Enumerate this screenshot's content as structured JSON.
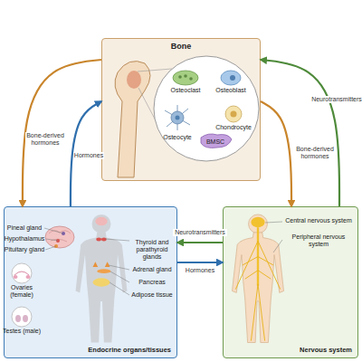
{
  "diagram": {
    "nodes": [
      {
        "text": [
          "Bone"
        ]
      },
      {
        "text": [
          "Endocrine organs/tissues"
        ]
      },
      {
        "text": [
          "Nervous system"
        ]
      }
    ],
    "edges": [
      {
        "from": 0,
        "to": 1,
        "label": "Bone-derived hormones",
        "arrow": "to"
      },
      {
        "from": 1,
        "to": 0,
        "label": "Hormones",
        "arrow": "to"
      },
      {
        "from": 2,
        "to": 0,
        "label": "Neurotransmitters",
        "arrow": "to"
      },
      {
        "from": 0,
        "to": 2,
        "label": "Bone-derived hormones",
        "arrow": "to"
      },
      {
        "from": 2,
        "to": 1,
        "label": "Neurotransmitters",
        "arrow": "to"
      },
      {
        "from": 1,
        "to": 2,
        "label": "Hormones",
        "arrow": "to"
      }
    ],
    "labels": [
      "Osteoclast",
      "Osteoblast",
      "Osteocyte",
      "Chondrocyte",
      "BMSC",
      "Pineal gland",
      "Hypothalamus",
      "Pituitary gland",
      "Thyroid and parathyroid glands",
      "Ovaries (female)",
      "Adrenal gland",
      "Pancreas",
      "Adipose tissue",
      "Testes (male)",
      "Central nervous system",
      "Peripheral nervous system"
    ]
  }
}
